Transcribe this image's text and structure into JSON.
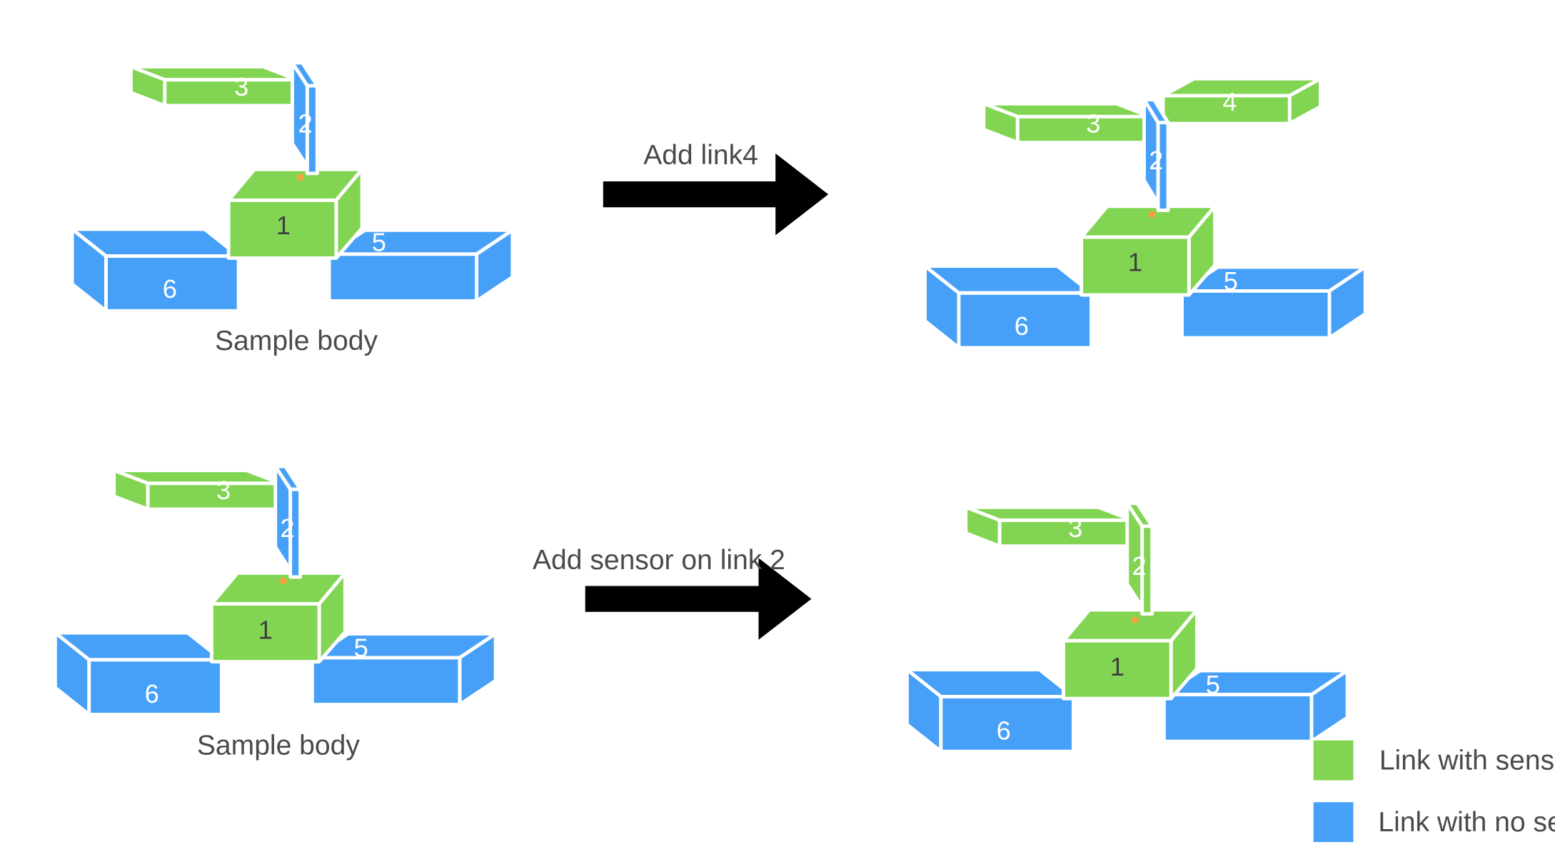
{
  "colors": {
    "sensor": "#82d552",
    "no_sensor": "#46a0f8",
    "joint": "#f5a33c",
    "arrow": "#000000"
  },
  "captions": {
    "sample_body_top": "Sample body",
    "sample_body_bottom": "Sample body"
  },
  "arrows": {
    "top": "Add link4",
    "bottom": "Add sensor on link 2"
  },
  "links": {
    "l1": "1",
    "l2": "2",
    "l3": "3",
    "l4": "4",
    "l5": "5",
    "l6": "6"
  },
  "legend": {
    "sensor": "Link with sensor",
    "no_sensor": "Link with no sensor"
  }
}
